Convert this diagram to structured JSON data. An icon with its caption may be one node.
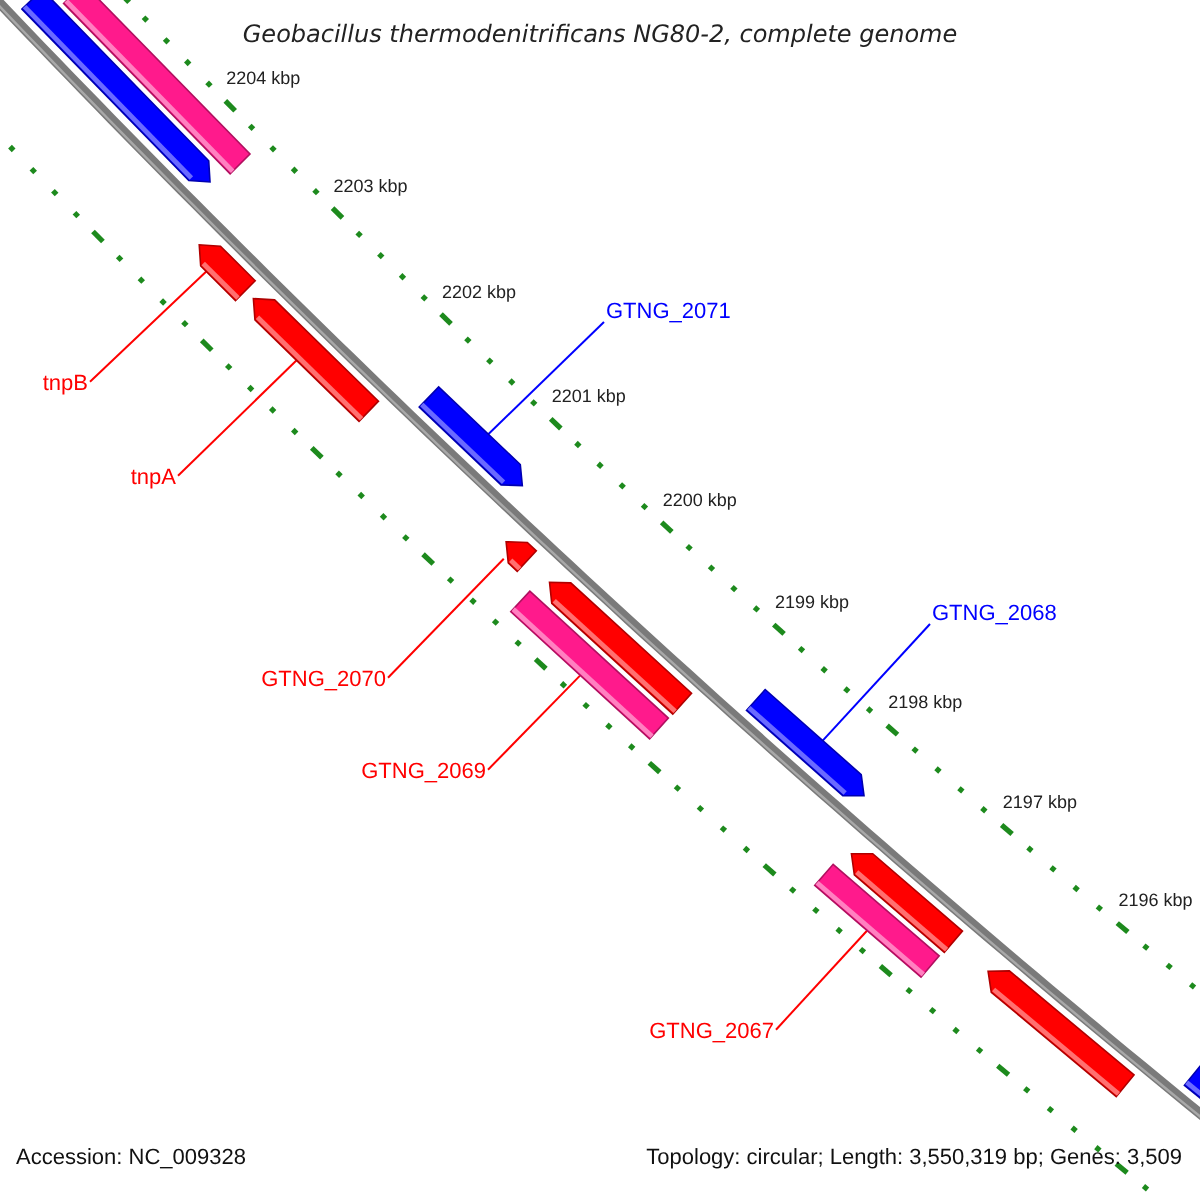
{
  "diagram": {
    "title": "Geobacillus thermodenitrificans NG80-2, complete genome",
    "nodes": [
      {
        "text": [
          "tnpB"
        ]
      },
      {
        "text": [
          "tnpA"
        ]
      },
      {
        "text": [
          "GTNG_2071"
        ]
      },
      {
        "text": [
          "GTNG_2070"
        ]
      },
      {
        "text": [
          "GTNG_2069"
        ]
      },
      {
        "text": [
          "GTNG_2068"
        ]
      },
      {
        "text": [
          "GTNG_2067"
        ]
      },
      {
        "text": [],
        "shape": "bar"
      },
      {
        "text": [],
        "shape": "bar"
      },
      {
        "text": [],
        "shape": "bar"
      },
      {
        "text": [],
        "shape": "bar"
      },
      {
        "text": [],
        "shape": "bar"
      },
      {
        "text": [],
        "shape": "bar"
      },
      {
        "text": [],
        "shape": "bar"
      },
      {
        "text": [],
        "shape": "bar"
      },
      {
        "text": [],
        "shape": "bar"
      },
      {
        "text": [],
        "shape": "bar"
      },
      {
        "text": [],
        "shape": "bar"
      },
      {
        "text": [],
        "shape": "bar"
      },
      {
        "text": [],
        "shape": "bar"
      }
    ],
    "edges": [
      {
        "from": 0,
        "to": 9,
        "arrow": "none"
      },
      {
        "from": 1,
        "to": 10,
        "arrow": "none"
      },
      {
        "from": 2,
        "to": 11,
        "arrow": "none",
        "color": "#0000ff"
      },
      {
        "from": 3,
        "to": 12,
        "arrow": "none"
      },
      {
        "from": 4,
        "to": 14,
        "arrow": "none"
      },
      {
        "from": 5,
        "to": 15,
        "arrow": "none",
        "color": "#0000ff"
      },
      {
        "from": 6,
        "to": 17,
        "arrow": "none"
      }
    ],
    "labels": [
      "2204 kbp",
      "2203 kbp",
      "2202 kbp",
      "2201 kbp",
      "2200 kbp",
      "2199 kbp",
      "2198 kbp",
      "2197 kbp",
      "2196 kbp",
      "Accession: NC_009328",
      "Topology: circular; Length: 3,550,319 bp; Genes: 3,509"
    ]
  }
}
